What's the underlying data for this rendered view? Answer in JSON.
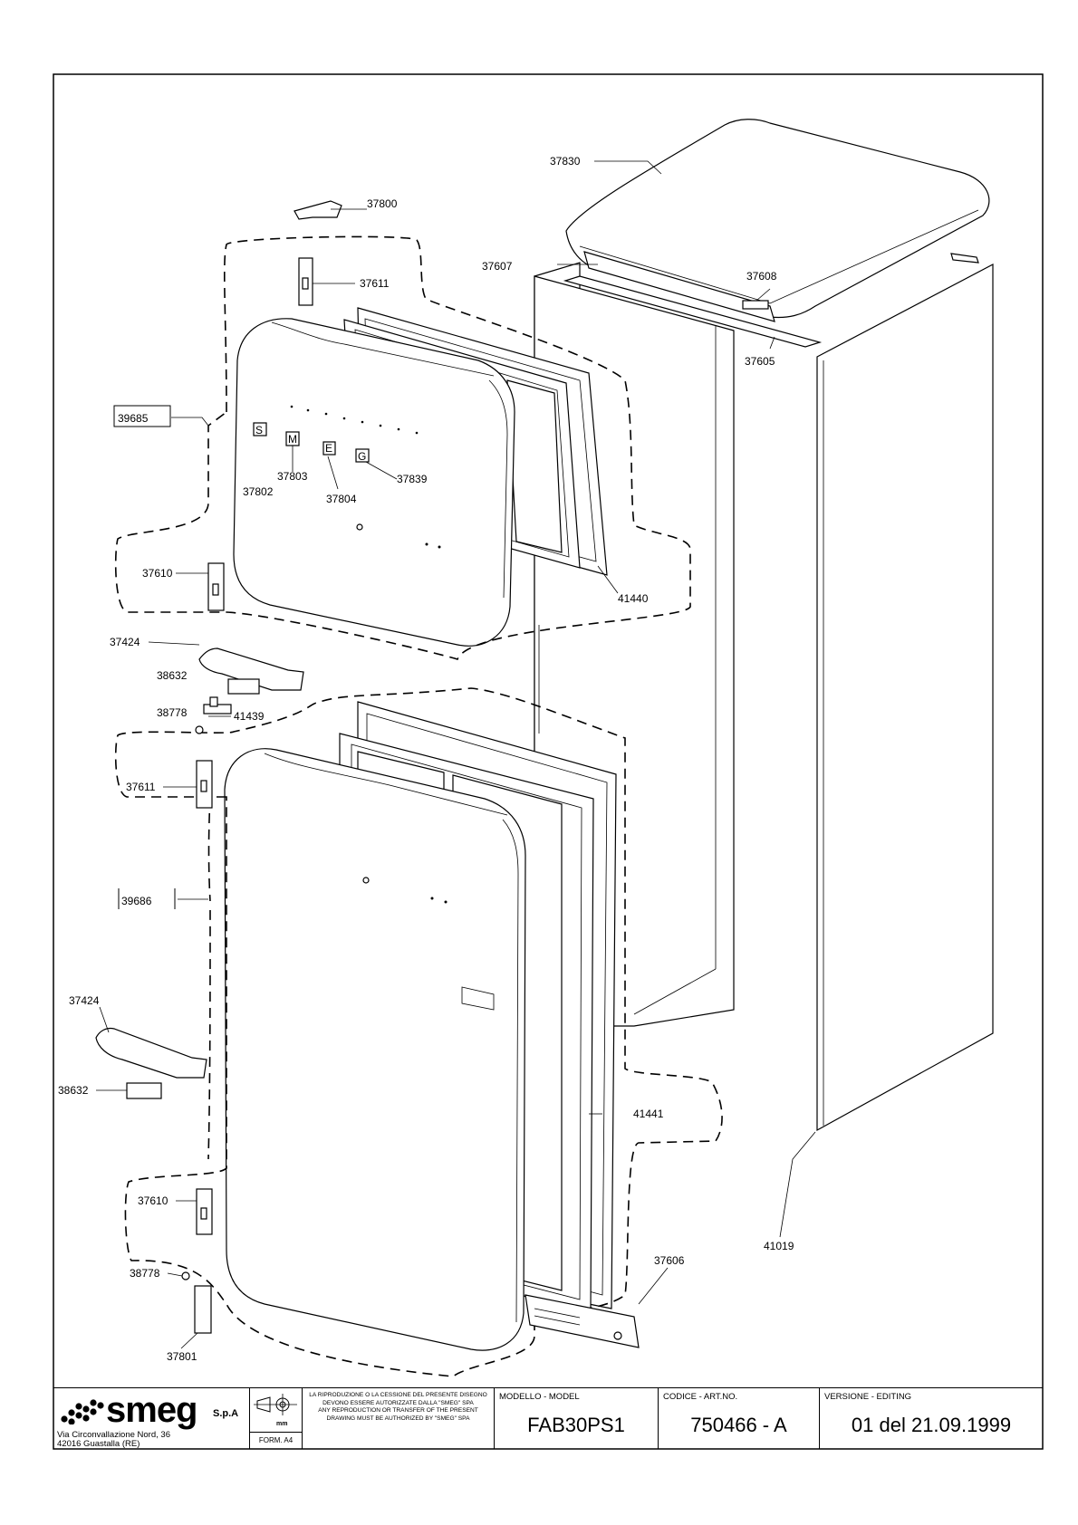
{
  "part_labels": {
    "p37830": "37830",
    "p37800": "37800",
    "p37611_top": "37611",
    "p37607": "37607",
    "p37608": "37608",
    "p37605": "37605",
    "p39685": "39685",
    "p37803": "37803",
    "p37802": "37802",
    "p37804": "37804",
    "p37839": "37839",
    "p37610_top": "37610",
    "p41440": "41440",
    "p37424_top": "37424",
    "p38632_top": "38632",
    "p38778_top": "38778",
    "p41439": "41439",
    "p37611_bot": "37611",
    "p39686": "39686",
    "p37424_bot": "37424",
    "p38632_bot": "38632",
    "p41441": "41441",
    "p37610_bot": "37610",
    "p37606": "37606",
    "p41019": "41019",
    "p38778_bot": "38778",
    "p37801": "37801"
  },
  "door_letters": [
    "S",
    "M",
    "E",
    "G"
  ],
  "title_block": {
    "logo": "smeg",
    "logo_suffix": "S.p.A",
    "address_line1": "Via Circonvallazione Nord, 36",
    "address_line2": "42016  Guastalla (RE)",
    "form": "FORM. A4",
    "unit_symbol": "mm",
    "notice_it": "LA RIPRODUZIONE O LA CESSIONE DEL PRESENTE DISEGNO DEVONO ESSERE AUTORIZZATE DALLA \"SMEG\" SPA",
    "notice_en": "ANY REPRODUCTION OR TRANSFER OF THE PRESENT DRAWING MUST BE AUTHORIZED BY \"SMEG\" SPA",
    "model_header": "MODELLO - MODEL",
    "model_value": "FAB30PS1",
    "code_header": "CODICE - ART.NO.",
    "code_value": "750466 - A",
    "version_header": "VERSIONE - EDITING",
    "version_value": "01 del 21.09.1999"
  }
}
